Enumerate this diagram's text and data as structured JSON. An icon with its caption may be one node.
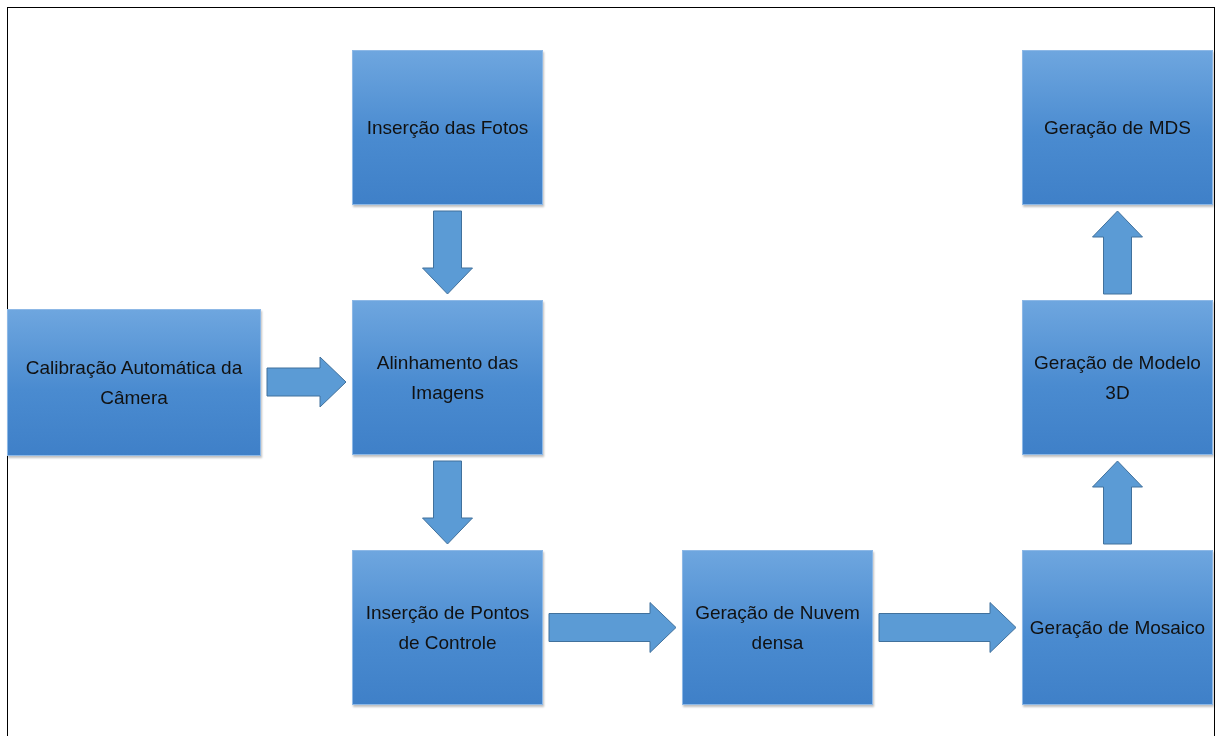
{
  "diagram": {
    "nodes": [
      {
        "text": [
          "Inserção das Fotos"
        ]
      },
      {
        "text": [
          "Geração de MDS"
        ]
      },
      {
        "text": [
          "Calibração Automática da Câmera"
        ]
      },
      {
        "text": [
          "Alinhamento das Imagens"
        ]
      },
      {
        "text": [
          "Geração de Modelo 3D"
        ]
      },
      {
        "text": [
          "Inserção de Pontos de Controle"
        ]
      },
      {
        "text": [
          "Geração de Nuvem densa"
        ]
      },
      {
        "text": [
          "Geração de Mosaico"
        ]
      }
    ],
    "edges": [
      {
        "from": 0,
        "to": 3,
        "arrow": "to"
      },
      {
        "from": 2,
        "to": 3,
        "arrow": "to"
      },
      {
        "from": 3,
        "to": 5,
        "arrow": "to"
      },
      {
        "from": 5,
        "to": 6,
        "arrow": "to"
      },
      {
        "from": 6,
        "to": 7,
        "arrow": "to"
      },
      {
        "from": 7,
        "to": 4,
        "arrow": "to"
      },
      {
        "from": 4,
        "to": 1,
        "arrow": "to"
      }
    ]
  }
}
